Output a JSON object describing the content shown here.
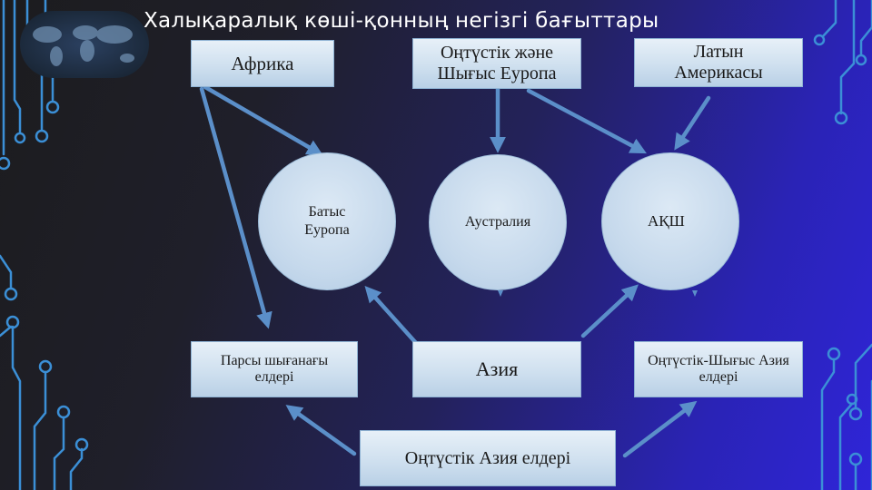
{
  "title": "Халықаралық көші-қонның негізгі бағыттары",
  "nodes": {
    "africa": "Африка",
    "south_east_europe": "Оңтүстік және Шығыс Еуропа",
    "latin_america": "Латын Америкасы",
    "western_europe": "Батыс Еуропа",
    "australia": "Аустралия",
    "usa": "АҚШ",
    "persian_gulf": "Парсы шығанағы елдері",
    "asia": "Азия",
    "southeast_asia": "Оңтүстік-Шығыс Азия елдері",
    "south_asia": "Оңтүстік Азия елдері"
  },
  "colors": {
    "arrow": "#5b8fc9",
    "box_fill": "#d5e4f2",
    "text_title": "#ffffff"
  }
}
